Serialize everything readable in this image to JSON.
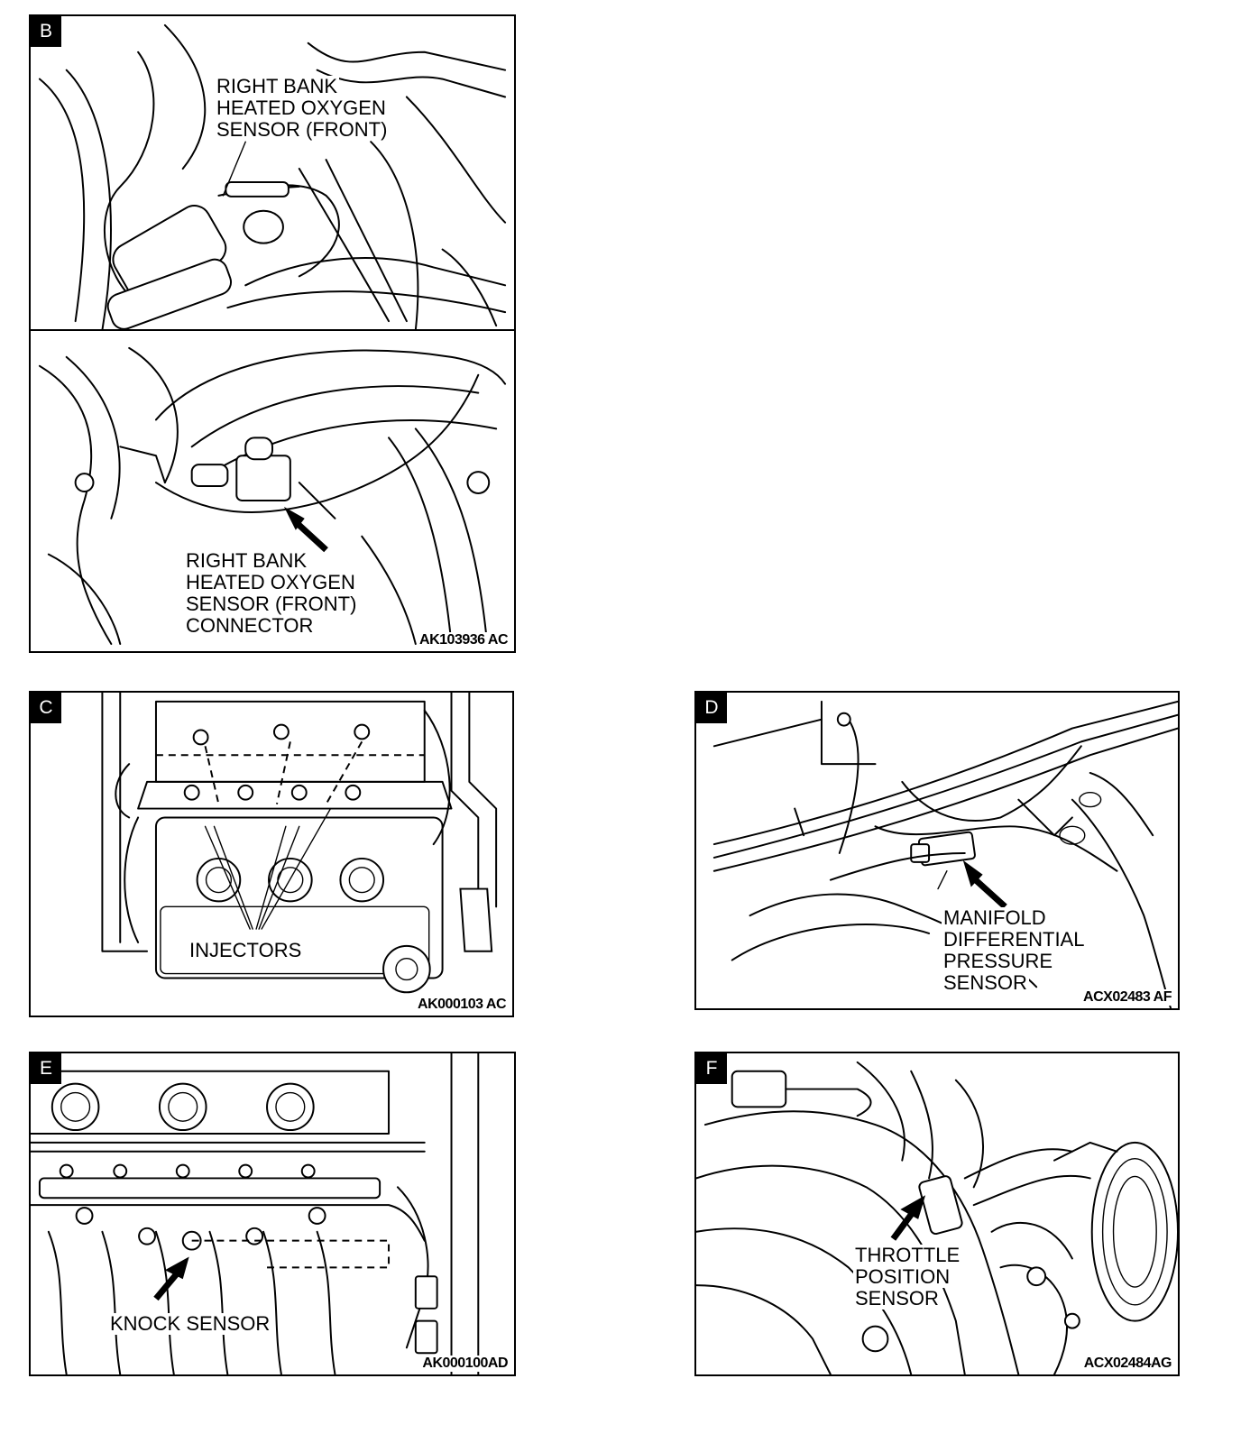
{
  "panels": {
    "b": {
      "letter": "B",
      "callout_top": [
        "RIGHT BANK",
        "HEATED OXYGEN",
        "SENSOR (FRONT)"
      ],
      "callout_bottom": [
        "RIGHT BANK",
        "HEATED OXYGEN",
        "SENSOR (FRONT)",
        "CONNECTOR"
      ],
      "code": "AK103936 AC"
    },
    "c": {
      "letter": "C",
      "callout": [
        "INJECTORS"
      ],
      "code": "AK000103 AC"
    },
    "d": {
      "letter": "D",
      "callout": [
        "MANIFOLD",
        "DIFFERENTIAL",
        "PRESSURE",
        "SENSOR"
      ],
      "code": "ACX02483 AF"
    },
    "e": {
      "letter": "E",
      "callout": [
        "KNOCK SENSOR"
      ],
      "code": "AK000100AD"
    },
    "f": {
      "letter": "F",
      "callout": [
        "THROTTLE",
        "POSITION",
        "SENSOR"
      ],
      "code": "ACX02484AG"
    }
  }
}
